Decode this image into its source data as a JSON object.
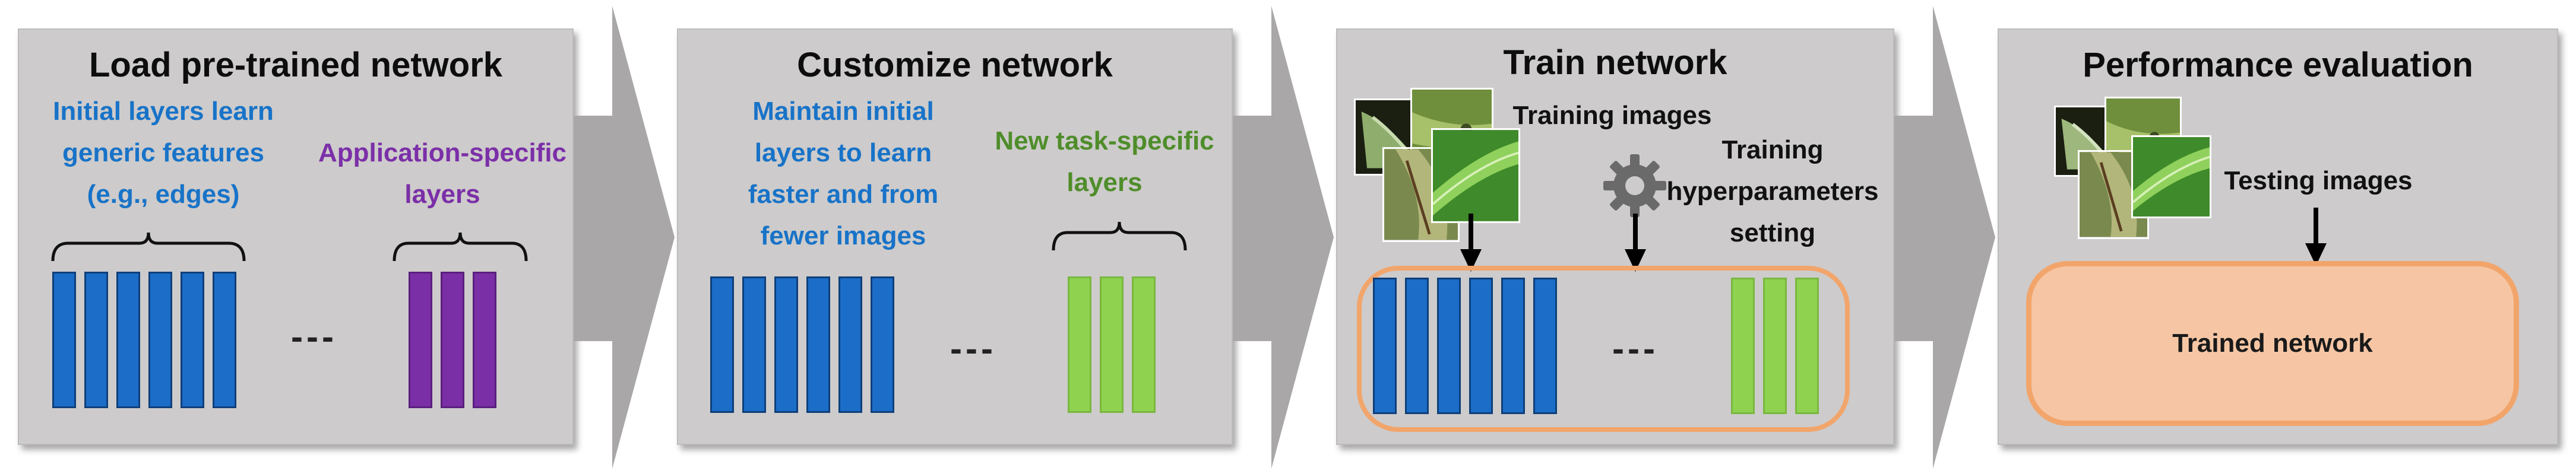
{
  "colors": {
    "panel": "#cdcbcb",
    "big_arrow": "#a9a7a7",
    "text_blue": "#1873c8",
    "text_purple": "#7b2fa8",
    "text_green": "#4f8d2b",
    "layer_blue": "#1c6dc8",
    "layer_purple": "#7a2fa6",
    "layer_green": "#8fd24f",
    "orange_outline": "#f2a56b",
    "trained_fill": "#f6c6a4"
  },
  "panel1": {
    "title": "Load pre-trained network",
    "left_label": [
      "Initial layers learn",
      "generic features",
      "(e.g., edges)"
    ],
    "right_label": [
      "Application-specific",
      "layers"
    ],
    "ellipsis": "---"
  },
  "panel2": {
    "title": "Customize network",
    "left_label": [
      "Maintain initial",
      "layers to learn",
      "faster and from",
      "fewer images"
    ],
    "right_label": [
      "New task-specific",
      "layers"
    ],
    "ellipsis": "---"
  },
  "panel3": {
    "title": "Train network",
    "images_label": "Training images",
    "hyper_label": [
      "Training",
      "hyperparameters",
      "setting"
    ],
    "ellipsis": "---",
    "gear_icon": "gear-icon"
  },
  "panel4": {
    "title": "Performance evaluation",
    "images_label": "Testing images",
    "box_label": "Trained network"
  }
}
